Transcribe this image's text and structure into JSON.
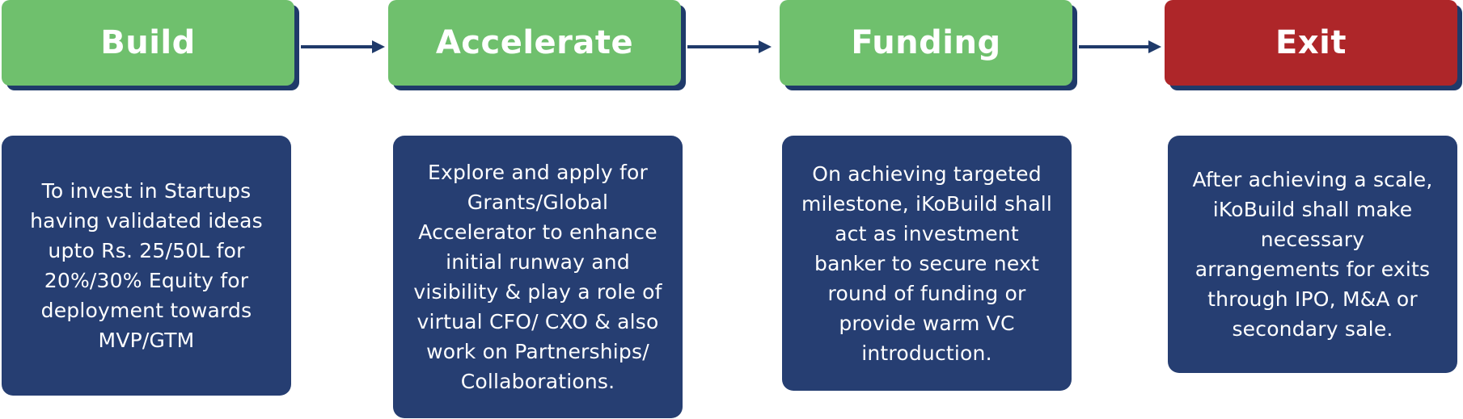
{
  "steps": [
    {
      "title": "Build",
      "description": "To invest in Startups having validated ideas upto Rs. 25/50L for 20%/30% Equity for deployment towards MVP/GTM"
    },
    {
      "title": "Accelerate",
      "description": "Explore and apply for Grants/Global Accelerator to enhance initial runway and visibility & play a role of virtual CFO/ CXO & also work on Partnerships/ Collaborations."
    },
    {
      "title": "Funding",
      "description": "On achieving targeted milestone, iKoBuild shall act as investment banker to secure next round of funding or provide warm VC introduction."
    },
    {
      "title": "Exit",
      "description": "After achieving a scale, iKoBuild shall make necessary arrangements for exits through IPO, M&A or secondary sale."
    }
  ],
  "colors": {
    "stage_green": "#6fc06d",
    "exit_red": "#ae2629",
    "box_navy": "#263e72",
    "arrow_navy": "#1f3a6a",
    "text_white": "#ffffff"
  },
  "icons": {
    "connector": "arrow-right-icon"
  }
}
